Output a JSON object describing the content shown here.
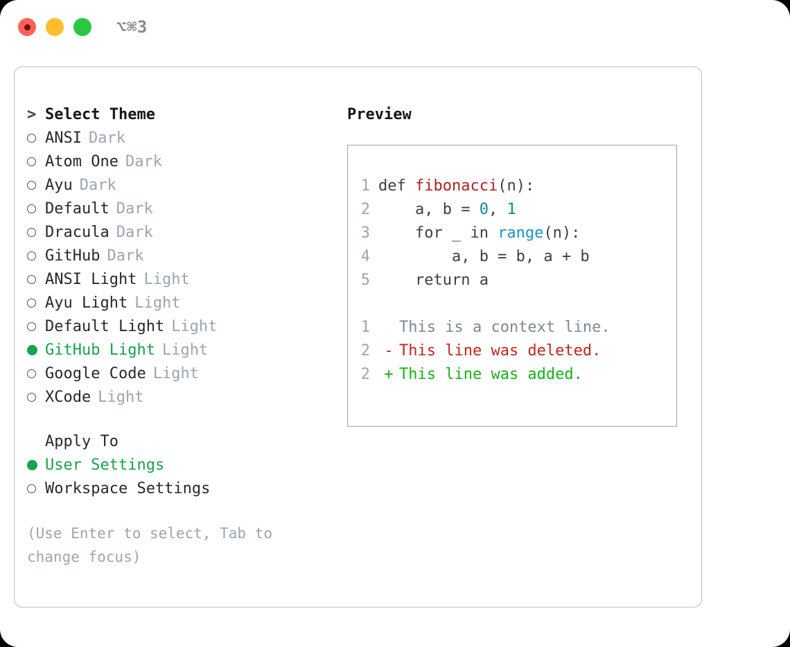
{
  "titlebar": {
    "shortcut": "⌥⌘3",
    "buttons": {
      "close": "close",
      "minimize": "minimize",
      "maximize": "maximize"
    }
  },
  "theme_picker": {
    "header": {
      "prefix": ">",
      "label": "Select Theme"
    },
    "unselected_marker": "○",
    "selected_marker": "●",
    "items": [
      {
        "name": "ANSI",
        "category": "Dark",
        "selected": false
      },
      {
        "name": "Atom One",
        "category": "Dark",
        "selected": false
      },
      {
        "name": "Ayu",
        "category": "Dark",
        "selected": false
      },
      {
        "name": "Default",
        "category": "Dark",
        "selected": false
      },
      {
        "name": "Dracula",
        "category": "Dark",
        "selected": false
      },
      {
        "name": "GitHub",
        "category": "Dark",
        "selected": false
      },
      {
        "name": "ANSI Light",
        "category": "Light",
        "selected": false
      },
      {
        "name": "Ayu Light",
        "category": "Light",
        "selected": false
      },
      {
        "name": "Default Light",
        "category": "Light",
        "selected": false
      },
      {
        "name": "GitHub Light",
        "category": "Light",
        "selected": true
      },
      {
        "name": "Google Code",
        "category": "Light",
        "selected": false
      },
      {
        "name": "XCode",
        "category": "Light",
        "selected": false
      }
    ]
  },
  "apply_to": {
    "title": "Apply To",
    "options": [
      {
        "label": "User Settings",
        "selected": true
      },
      {
        "label": "Workspace Settings",
        "selected": false
      }
    ]
  },
  "hint": "(Use Enter to select, Tab to change focus)",
  "preview": {
    "label": "Preview",
    "code": [
      {
        "no": "1",
        "parts": [
          {
            "t": "def ",
            "c": "plain"
          },
          {
            "t": "fibonacci",
            "c": "fn"
          },
          {
            "t": "(n):",
            "c": "plain"
          }
        ]
      },
      {
        "no": "2",
        "parts": [
          {
            "t": "    a, b = ",
            "c": "plain"
          },
          {
            "t": "0",
            "c": "num"
          },
          {
            "t": ", ",
            "c": "plain"
          },
          {
            "t": "1",
            "c": "num"
          }
        ]
      },
      {
        "no": "3",
        "parts": [
          {
            "t": "    for _ in ",
            "c": "plain"
          },
          {
            "t": "range",
            "c": "call"
          },
          {
            "t": "(n):",
            "c": "plain"
          }
        ]
      },
      {
        "no": "4",
        "parts": [
          {
            "t": "        a, b = b, a + b",
            "c": "plain"
          }
        ]
      },
      {
        "no": "5",
        "parts": [
          {
            "t": "    return a",
            "c": "plain"
          }
        ]
      }
    ],
    "diff": [
      {
        "no": "1",
        "mark": " ",
        "text": "This is a context line.",
        "kind": "ctx"
      },
      {
        "no": "2",
        "mark": "-",
        "text": "This line was deleted.",
        "kind": "del"
      },
      {
        "no": "2",
        "mark": "+",
        "text": "This line was added.",
        "kind": "add"
      }
    ]
  },
  "colors": {
    "accent_green": "#14a44a",
    "diff_delete": "#c0251c",
    "diff_add": "#13b215",
    "muted": "#9aa5b1",
    "function": "#b21f1c",
    "number": "#0f8a8a",
    "call": "#1a93c4",
    "border": "#b7c0cb"
  }
}
